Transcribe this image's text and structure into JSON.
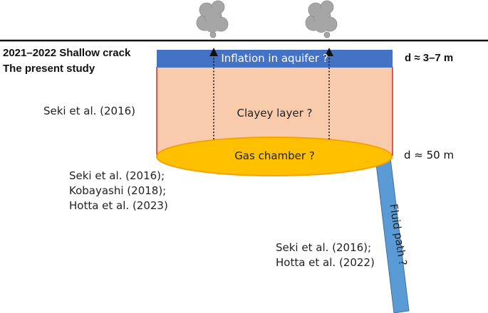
{
  "labels": {
    "inflation": "Inflation in aquifer ?",
    "clayey": "Clayey layer ?",
    "gas_chamber": "Gas chamber ?",
    "fluid_path": "Fluid path ?",
    "depth_shallow": "d ≈ 3–7 m",
    "depth_deep": "d ≈ 50 m"
  },
  "headings": {
    "line1": "2021–2022 Shallow crack",
    "line2": "The present study"
  },
  "references": {
    "clayey": "Seki et al. (2016)",
    "gas_chamber": [
      "Seki et al. (2016);",
      "Kobayashi (2018);",
      "Hotta et al. (2023)"
    ],
    "fluid_path": [
      "Seki et al. (2016);",
      "Hotta et al. (2022)"
    ]
  },
  "colors": {
    "aquifer": "#4472C4",
    "clayey": "#F8CBAD",
    "gas_chamber": "#FFC000",
    "gas_outline": "#F4A300",
    "fluid_path": "#5B9BD5",
    "cylinder_edge": "#C00000",
    "plume": "#A6A6A6"
  }
}
